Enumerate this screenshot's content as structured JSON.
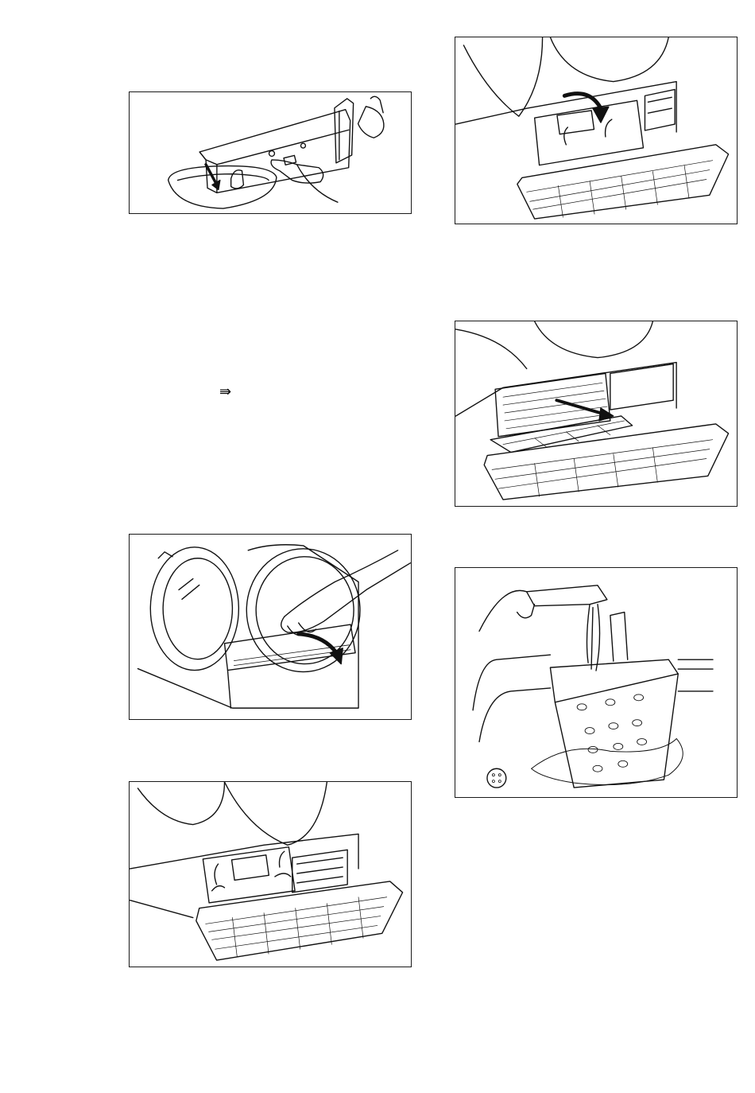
{
  "page": {
    "symbol": "⇛",
    "figures": [
      {
        "id": "fig-tank",
        "icon": "water-tank-emptying-illustration"
      },
      {
        "id": "fig-door",
        "icon": "open-door-plinth-illustration"
      },
      {
        "id": "fig-lever",
        "icon": "release-levers-illustration"
      },
      {
        "id": "fig-cover",
        "icon": "fold-cover-illustration"
      },
      {
        "id": "fig-filter",
        "icon": "pull-out-condenser-illustration"
      },
      {
        "id": "fig-rinse",
        "icon": "rinse-condenser-illustration"
      }
    ]
  }
}
